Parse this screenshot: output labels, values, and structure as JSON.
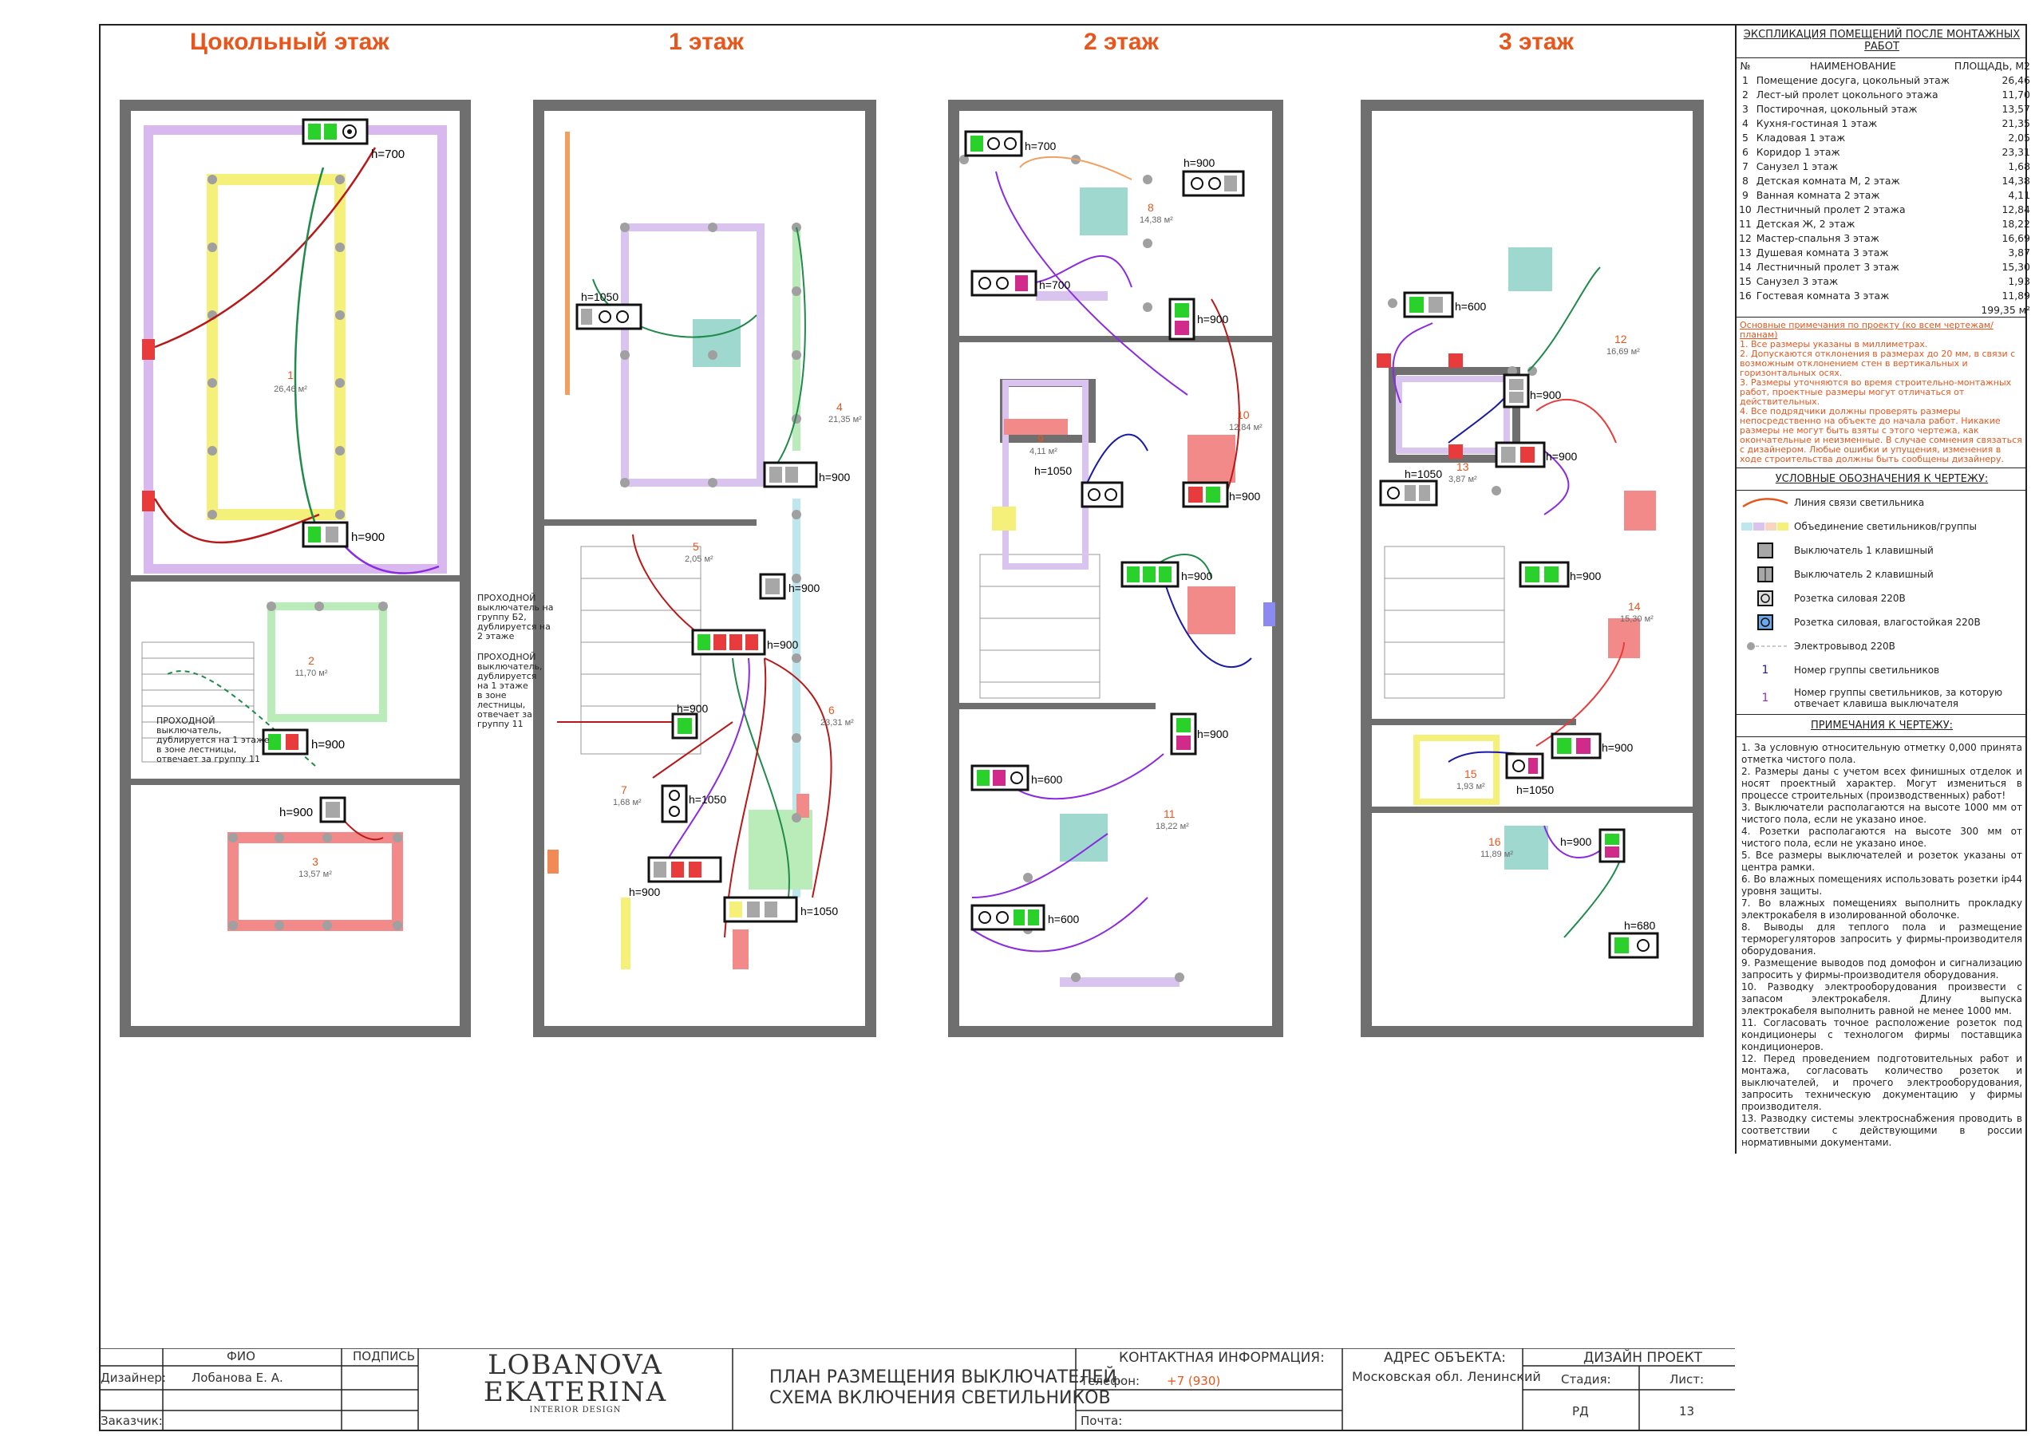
{
  "floors": [
    {
      "title": "Цокольный этаж"
    },
    {
      "title": "1 этаж"
    },
    {
      "title": "2 этаж"
    },
    {
      "title": "3 этаж"
    }
  ],
  "rooms": {
    "basement": [
      {
        "num": "1",
        "area": "26,46 м²"
      },
      {
        "num": "2",
        "area": "11,70 м²"
      },
      {
        "num": "3",
        "area": "13,57 м²"
      }
    ],
    "f1": [
      {
        "num": "4",
        "area": "21,35 м²"
      },
      {
        "num": "5",
        "area": "2,05 м²"
      },
      {
        "num": "6",
        "area": "23,31 м²"
      },
      {
        "num": "7",
        "area": "1,68 м²"
      }
    ],
    "f2": [
      {
        "num": "8",
        "area": "14,38 м²"
      },
      {
        "num": "9",
        "area": "4,11 м²"
      },
      {
        "num": "10",
        "area": "12,84 м²"
      },
      {
        "num": "11",
        "area": "18,22 м²"
      }
    ],
    "f3": [
      {
        "num": "12",
        "area": "16,69 м²"
      },
      {
        "num": "13",
        "area": "3,87 м²"
      },
      {
        "num": "14",
        "area": "15,30 м²"
      },
      {
        "num": "15",
        "area": "1,93 м²"
      },
      {
        "num": "16",
        "area": "11,89 м²"
      }
    ]
  },
  "heights": {
    "h700": "h=700",
    "h900": "h=900",
    "h1050": "h=1050",
    "h600": "h=600",
    "h680": "h=680"
  },
  "annotations": {
    "basement_passthrough": "ПРОХОДНОЙ выключатель, дублируется на 1 этаже в зоне лестницы, отвечает за группу 11",
    "f1_passthrough_a": "ПРОХОДНОЙ выключатель на группу Б2, дублируется на 2 этаже",
    "f1_passthrough_b": "ПРОХОДНОЙ выключатель, дублируется на 1 этаже в зоне лестницы, отвечает за группу 11"
  },
  "explication": {
    "title": "ЭКСПЛИКАЦИЯ ПОМЕЩЕНИЙ ПОСЛЕ МОНТАЖНЫХ РАБОТ",
    "headers": [
      "№",
      "НАИМЕНОВАНИЕ",
      "ПЛОЩАДЬ, М2"
    ],
    "rows": [
      [
        "1",
        "Помещение досуга, цокольный этаж",
        "26,46"
      ],
      [
        "2",
        "Лест-ый пролет цокольного этажа",
        "11,70"
      ],
      [
        "3",
        "Постирочная, цокольный этаж",
        "13,57"
      ],
      [
        "4",
        "Кухня-гостиная 1 этаж",
        "21,35"
      ],
      [
        "5",
        "Кладовая 1 этаж",
        "2,05"
      ],
      [
        "6",
        "Коридор 1 этаж",
        "23,31"
      ],
      [
        "7",
        "Санузел 1 этаж",
        "1,68"
      ],
      [
        "8",
        "Детская комната М, 2 этаж",
        "14,38"
      ],
      [
        "9",
        "Ванная комната 2 этаж",
        "4,11"
      ],
      [
        "10",
        "Лестничный пролет 2 этажа",
        "12,84"
      ],
      [
        "11",
        "Детская Ж, 2 этаж",
        "18,22"
      ],
      [
        "12",
        "Мастер-спальня 3 этаж",
        "16,69"
      ],
      [
        "13",
        "Душевая комната 3 этаж",
        "3,87"
      ],
      [
        "14",
        "Лестничный пролет 3 этаж",
        "15,30"
      ],
      [
        "15",
        "Санузел 3 этаж",
        "1,93"
      ],
      [
        "16",
        "Гостевая комната 3 этаж",
        "11,89"
      ]
    ],
    "total": "199,35 м²"
  },
  "main_notes": {
    "title": "Основные примечания по проекту (ко всем чертежам/планам)",
    "items": [
      "1. Все размеры указаны в миллиметрах.",
      "2. Допускаются отклонения в размерах до 20 мм, в связи с возможным отклонением стен в вертикальных и горизонтальных осях.",
      "3. Размеры уточняются во время строительно-монтажных работ, проектные размеры могут отличаться от действительных.",
      "4. Все подрядчики должны проверять размеры непосредственно на объекте до начала работ. Никакие размеры не могут быть взяты с этого чертежа, как окончательные и неизменные. В случае сомнения связаться с дизайнером. Любые ошибки и упущения, изменения в ходе строительства должны быть сообщены дизайнеру."
    ]
  },
  "legend": {
    "title": "УСЛОВНЫЕ ОБОЗНАЧЕНИЯ К ЧЕРТЕЖУ:",
    "items": [
      "Линия связи светильника",
      "Объединение светильников/группы",
      "Выключатель 1 клавишный",
      "Выключатель 2 клавишный",
      "Розетка силовая 220В",
      "Розетка силовая, влагостойкая 220В",
      "Электровывод 220В",
      "Номер группы светильников",
      "Номер группы светильников, за которую отвечает клавиша выключателя"
    ],
    "group_number_sample": "1"
  },
  "drawing_notes": {
    "title": "ПРИМЕЧАНИЯ К ЧЕРТЕЖУ:",
    "items": [
      "1. За условную относительную отметку 0,000 принята отметка чистого пола.",
      "2. Размеры даны с учетом всех финишных отделок и носят проектный характер. Могут измениться в процессе строительных (производственных) работ!",
      "3. Выключатели располагаются на высоте 1000 мм от чистого пола, если не указано иное.",
      "4. Розетки располагаются на высоте 300 мм от чистого пола, если не указано иное.",
      "5. Все размеры выключателей и розеток указаны от центра рамки.",
      "6. Во влажных помещениях использовать розетки ip44 уровня защиты.",
      "7. Во влажных помещениях выполнить прокладку электрокабеля в изолированной оболочке.",
      "8. Выводы для теплого пола и размещение терморегуляторов запросить у фирмы-производителя оборудования.",
      "9. Размещение выводов под домофон и сигнализацию запросить у фирмы-производителя оборудования.",
      "10. Разводку электрооборудования произвести с запасом электрокабеля. Длину выпуска электрокабеля выполнить равной не менее 1000 мм.",
      "11. Согласовать точное расположение розеток под кондиционеры с технологом фирмы поставщика кондиционеров.",
      "12. Перед проведением подготовительных работ и монтажа, согласовать количество розеток и выключателей, и прочего электрооборудования, запросить техническую документацию у фирмы производителя.",
      "13. Разводку системы электроснабжения проводить в соответствии с действующими в россии нормативными документами."
    ]
  },
  "title_block": {
    "col_fio": "ФИО",
    "col_sign": "ПОДПИСЬ",
    "designer_label": "Дизайнер:",
    "designer_name": "Лобанова Е. А.",
    "customer_label": "Заказчик:",
    "brand_line1": "LOBANOVA",
    "brand_line2": "EKATERINA",
    "brand_sub": "INTERIOR DESIGN",
    "plan_title_1": "ПЛАН РАЗМЕЩЕНИЯ ВЫКЛЮЧАТЕЛЕЙ.",
    "plan_title_2": "СХЕМА ВКЛЮЧЕНИЯ СВЕТИЛЬНИКОВ",
    "contact_title": "КОНТАКТНАЯ ИНФОРМАЦИЯ:",
    "phone_label": "Телефон:",
    "phone_value": "+7 (930)",
    "mail_label": "Почта:",
    "address_title": "АДРЕС ОБЪЕКТА:",
    "address_value": "Московская обл. Ленинский",
    "project_title": "ДИЗАЙН ПРОЕКТ",
    "stage_label": "Стадия:",
    "stage_value": "РД",
    "sheet_label": "Лист:",
    "sheet_value": "13"
  },
  "colors": {
    "accent": "#e8561c",
    "wall": "#6f6f6f",
    "group_blue": "#1a1aa8",
    "group_purple": "#8a2be2"
  }
}
